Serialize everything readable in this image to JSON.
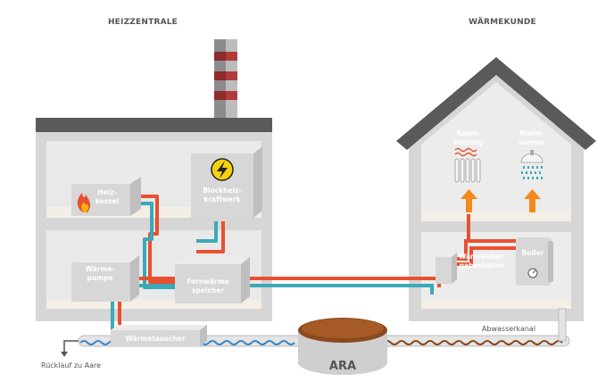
{
  "headings": {
    "plant": "HEIZZENTRALE",
    "customer": "WÄRMEKUNDE"
  },
  "labels": {
    "heizkessel_1": "Heiz-",
    "heizkessel_2": "kessel",
    "bhkw_1": "Blockheiz-",
    "bhkw_2": "kraftwerk",
    "waermepumpe_1": "Wärme-",
    "waermepumpe_2": "pumpe",
    "speicher_1": "Fernwärme",
    "speicher_2": "speicher",
    "waermetauscher": "Wärmetauscher",
    "ara": "ARA",
    "ruecklauf": "Rücklauf zu Aare",
    "abwasserkanal": "Abwasserkanal",
    "raumheizung_1": "Raum-",
    "raumheizung_2": "heizung",
    "warmwasser_1": "Warm-",
    "warmwasser_2": "wasser",
    "uebergabe_1": "Wärmeüber-",
    "uebergabe_2": "gabestation",
    "boiler": "Boiler"
  },
  "colors": {
    "supply": "#e8502f",
    "return": "#3aa9b8",
    "arrow": "#f28a1c",
    "sewage": "#8a4a1f",
    "roof": "#5a5a5a",
    "wall": "#d9d9d9",
    "room": "#f1eee8"
  },
  "icons": [
    "flame-icon",
    "lightning-icon",
    "radiator-icon",
    "shower-icon",
    "gauge-icon"
  ]
}
